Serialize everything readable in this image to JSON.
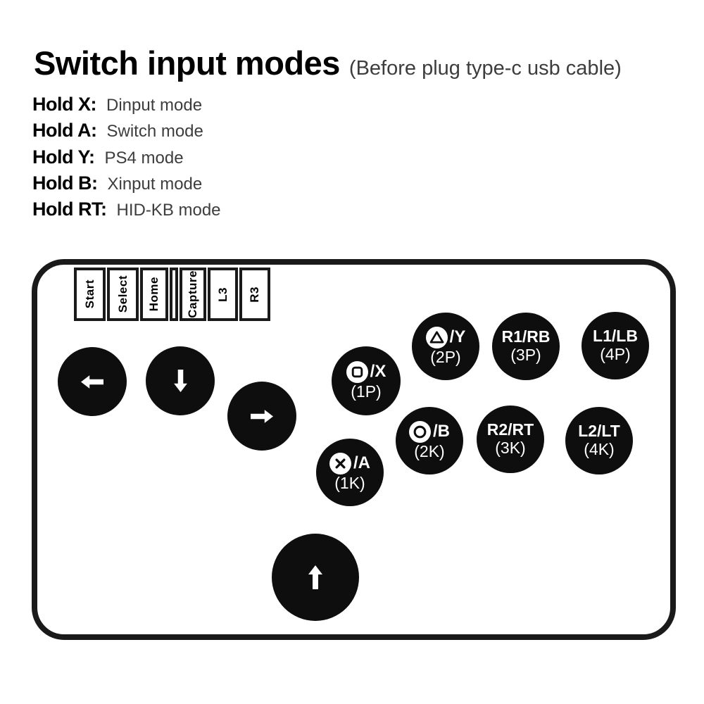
{
  "header": {
    "title": "Switch input modes",
    "subtitle": "(Before plug type-c usb cable)"
  },
  "mode_list": [
    {
      "label": "Hold X:",
      "value": "Dinput mode"
    },
    {
      "label": "Hold A:",
      "value": "Switch mode"
    },
    {
      "label": "Hold Y:",
      "value": "PS4 mode"
    },
    {
      "label": "Hold B:",
      "value": "Xinput mode"
    },
    {
      "label": "Hold RT:",
      "value": "HID-KB mode"
    }
  ],
  "controller": {
    "system_buttons": [
      "Start",
      "Select",
      "Home",
      "Capture",
      "L3",
      "R3"
    ],
    "direction_buttons": [
      {
        "name": "left",
        "icon": "arrow-left"
      },
      {
        "name": "down",
        "icon": "arrow-down"
      },
      {
        "name": "right",
        "icon": "arrow-right"
      },
      {
        "name": "up",
        "icon": "arrow-up"
      }
    ],
    "action_buttons": [
      {
        "icon": "square-icon",
        "label": "/X",
        "sub": "(1P)"
      },
      {
        "icon": "triangle-icon",
        "label": "/Y",
        "sub": "(2P)"
      },
      {
        "icon": "",
        "label": "R1/RB",
        "sub": "(3P)"
      },
      {
        "icon": "",
        "label": "L1/LB",
        "sub": "(4P)"
      },
      {
        "icon": "cross-icon",
        "label": "/A",
        "sub": "(1K)"
      },
      {
        "icon": "circle-icon",
        "label": "/B",
        "sub": "(2K)"
      },
      {
        "icon": "",
        "label": "R2/RT",
        "sub": "(3K)"
      },
      {
        "icon": "",
        "label": "L2/LT",
        "sub": "(4K)"
      }
    ]
  },
  "colors": {
    "button_fill": "#0e0e0e",
    "button_text": "#ffffff",
    "outline": "#1a1a1a",
    "title_text": "#000000",
    "secondary_text": "#3d3d3d"
  }
}
